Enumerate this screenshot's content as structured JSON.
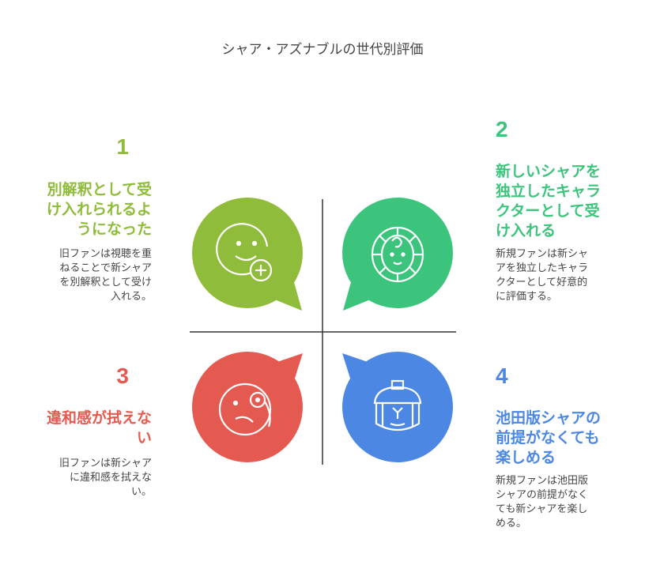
{
  "title": "シャア・アズナブルの世代別評価",
  "quadrants": [
    {
      "number": "1",
      "heading": "別解釈として受け入れられるようになった",
      "description": "旧ファンは視聴を重ねることで新シャアを別解釈として受け入れる。",
      "color": "#8fbc3a",
      "icon": "smiley-plus-icon"
    },
    {
      "number": "2",
      "heading": "新しいシャアを独立したキャラクターとして受け入れる",
      "description": "新規ファンは新シャアを独立したキャラクターとして好意的に評価する。",
      "color": "#3cc47c",
      "icon": "baby-face-icon"
    },
    {
      "number": "3",
      "heading": "違和感が拭えない",
      "description": "旧ファンは新シャアに違和感を拭えない。",
      "color": "#e55a50",
      "icon": "monocle-face-icon"
    },
    {
      "number": "4",
      "heading": "池田版シャアの前提がなくても楽しめる",
      "description": "新規ファンは池田版シャアの前提がなくても新シャアを楽しめる。",
      "color": "#4b87e3",
      "icon": "helmet-face-icon"
    }
  ]
}
